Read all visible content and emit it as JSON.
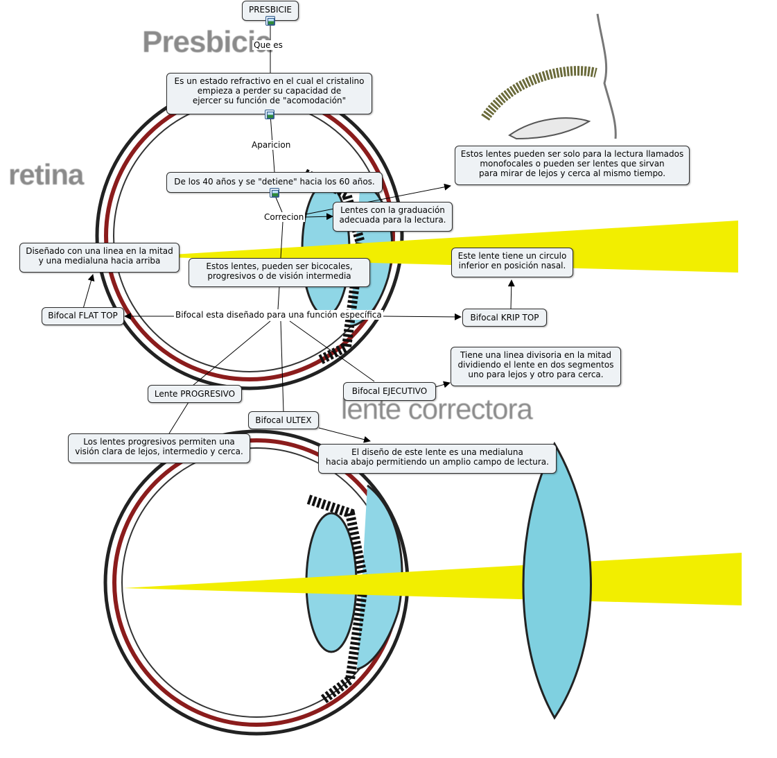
{
  "background": {
    "title_word": "Presbicia",
    "retina_word": "retina",
    "lens_word": "lente correctora",
    "colors": {
      "beam": "#f2ee00",
      "lens": "#7fd0e0",
      "sclera_red": "#8b1c1c",
      "outline": "#111111"
    }
  },
  "nodes": {
    "presbicie": "PRESBICIE",
    "definition": "Es un estado refractivo en el cual el cristalino\nempieza a perder su capacidad de\nejercer su función de \"acomodación\"",
    "ages": "De los 40 años y se \"detiene\" hacia los 60 años.",
    "graduation": "Lentes con la graduación\nadecuada para la lectura.",
    "monofocal": "Estos lentes pueden ser solo para la lectura llamados\nmonofocales o pueden ser lentes que sirvan\npara mirar de lejos y cerca al mismo tiempo.",
    "bicocales": "Estos lentes, pueden ser bicocales,\nprogresivos o de visión intermedia",
    "flat_top_desc": "Diseñado con una linea en la mitad\ny una medialuna hacia arriba",
    "flat_top": "Bifocal FLAT TOP",
    "krip_top": "Bifocal KRIP TOP",
    "krip_desc": "Este lente tiene un circulo\ninferior en posición nasal.",
    "ejecutivo": "Bifocal EJECUTIVO",
    "ejecutivo_desc": "Tiene una linea divisoria en la mitad\ndividiendo el lente en dos segmentos\nuno para lejos y otro para cerca.",
    "progresivo": "Lente PROGRESIVO",
    "progresivo_desc": "Los lentes progresivos permiten una\nvisión clara de lejos, intermedio y cerca.",
    "ultex": "Bifocal ULTEX",
    "ultex_desc": "El diseño de este lente es una medialuna\nhacia abajo permitiendo un amplio campo de lectura."
  },
  "links": {
    "que_es": "Que es",
    "aparicion": "Aparicion",
    "correcion": "Correcion",
    "bifocal": "Bifocal esta diseñado para una función específica"
  },
  "icons": [
    "image-icon",
    "image-icon",
    "image-icon"
  ]
}
